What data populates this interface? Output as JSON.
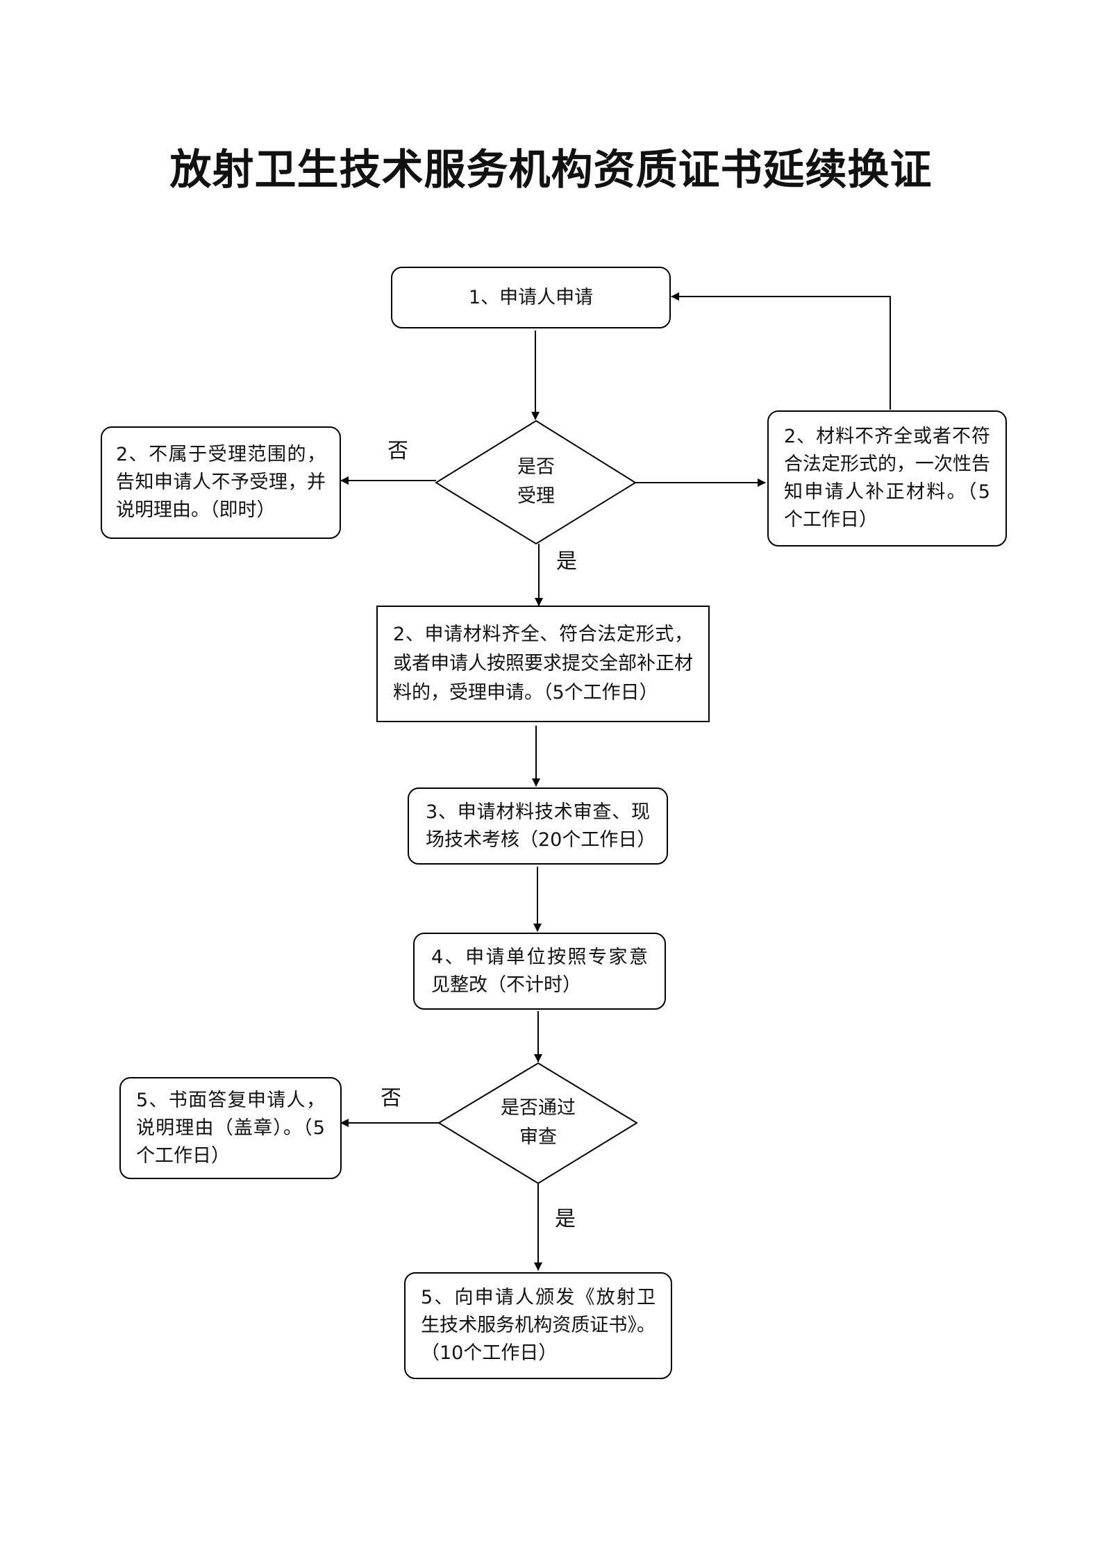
{
  "title": "放射卫生技术服务机构资质证书延续换证",
  "nodes": {
    "apply": "1、申请人申请",
    "reject_scope": "2、不属于受理范围的，告知申请人不予受理，并说明理由。（即时）",
    "accept_q": "是否受理",
    "incomplete": "2、材料不齐全或者不符合法定形式的，一次性告知申请人补正材料。（5个工作日）",
    "accept": "2、申请材料齐全、符合法定形式，或者申请人按照要求提交全部补正材料的，受理申请。（5个工作日）",
    "review": "3、申请材料技术审查、现场技术考核（20个工作日）",
    "rectify": "4、申请单位按照专家意见整改（不计时）",
    "pass_q": "是否通过审查",
    "written_reply": "5、书面答复申请人，说明理由（盖章）。（5个工作日）",
    "issue": "5、向申请人颁发《放射卫生技术服务机构资质证书》。（10个工作日）"
  },
  "edges": {
    "no": "否",
    "yes": "是"
  }
}
